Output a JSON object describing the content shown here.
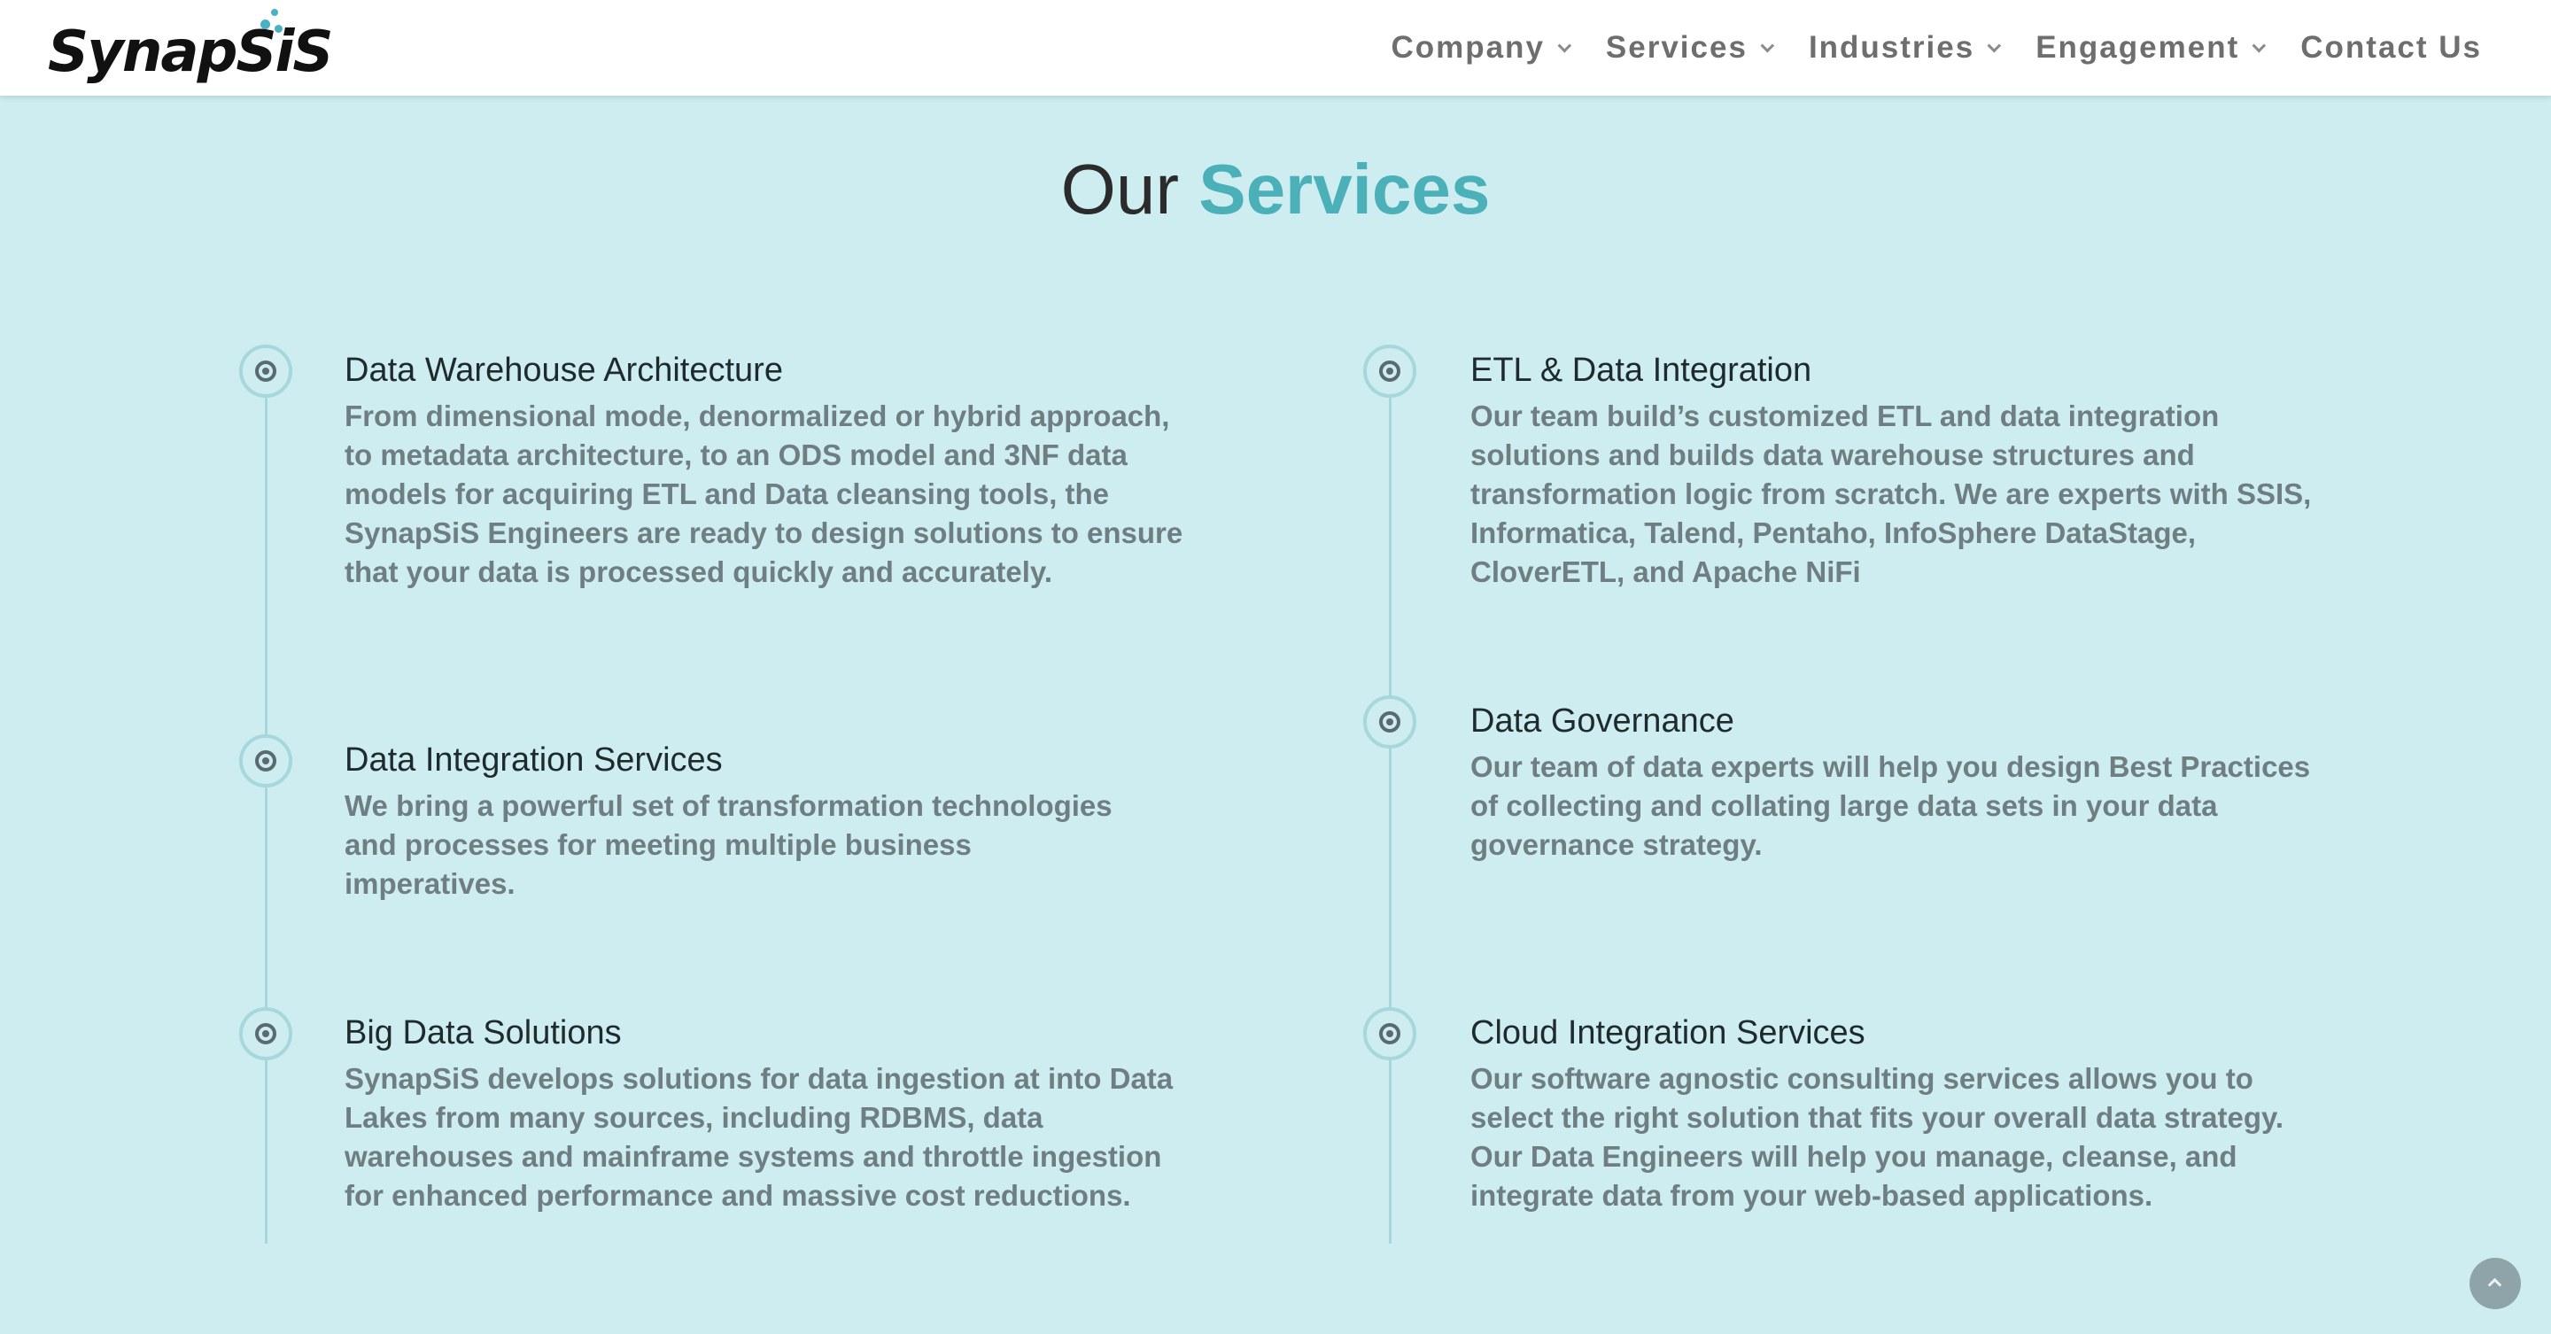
{
  "brand": {
    "logo_text": "SynapSiS"
  },
  "nav": {
    "items": [
      {
        "label": "Company",
        "dropdown": true
      },
      {
        "label": "Services",
        "dropdown": true
      },
      {
        "label": "Industries",
        "dropdown": true
      },
      {
        "label": "Engagement",
        "dropdown": true
      },
      {
        "label": "Contact Us",
        "dropdown": false
      }
    ]
  },
  "section": {
    "title_plain": "Our",
    "title_accent": "Services"
  },
  "services": {
    "left": [
      {
        "title": "Data Warehouse Architecture",
        "description": "From dimensional mode, denormalized or hybrid approach, to metadata architecture, to an ODS model and 3NF data models for acquiring ETL and Data cleansing tools, the SynapSiS Engineers are ready to design solutions to ensure that your data is processed quickly and accurately."
      },
      {
        "title": "Data Integration Services",
        "description": "We bring a powerful set of transformation technologies and processes for meeting multiple business imperatives."
      },
      {
        "title": "Big Data Solutions",
        "description": "SynapSiS develops solutions for data ingestion at into Data Lakes from many sources, including RDBMS, data warehouses and mainframe systems and throttle ingestion for enhanced performance and massive cost reductions."
      }
    ],
    "right": [
      {
        "title": "ETL & Data Integration",
        "description": "Our team build’s customized ETL and data integration solutions and builds data warehouse structures and transformation logic from scratch. We are experts with SSIS, Informatica, Talend, Pentaho, InfoSphere DataStage, CloverETL, and Apache NiFi"
      },
      {
        "title": "Data Governance",
        "description": "Our team of data experts will help you design Best Practices of collecting and collating large data sets in your data governance strategy."
      },
      {
        "title": "Cloud Integration Services",
        "description": "Our software agnostic consulting services allows you to select the right solution that fits your overall data strategy. Our Data Engineers will help you manage, cleanse, and integrate data from your web-based applications."
      }
    ]
  },
  "icons": {
    "service_marker": "radio-dot-icon",
    "dropdown": "chevron-down-icon",
    "scroll_top": "chevron-up-icon"
  },
  "colors": {
    "background": "#cdedf0",
    "accent": "#4bb0b8",
    "logo_dots": "#4ab1c2"
  }
}
